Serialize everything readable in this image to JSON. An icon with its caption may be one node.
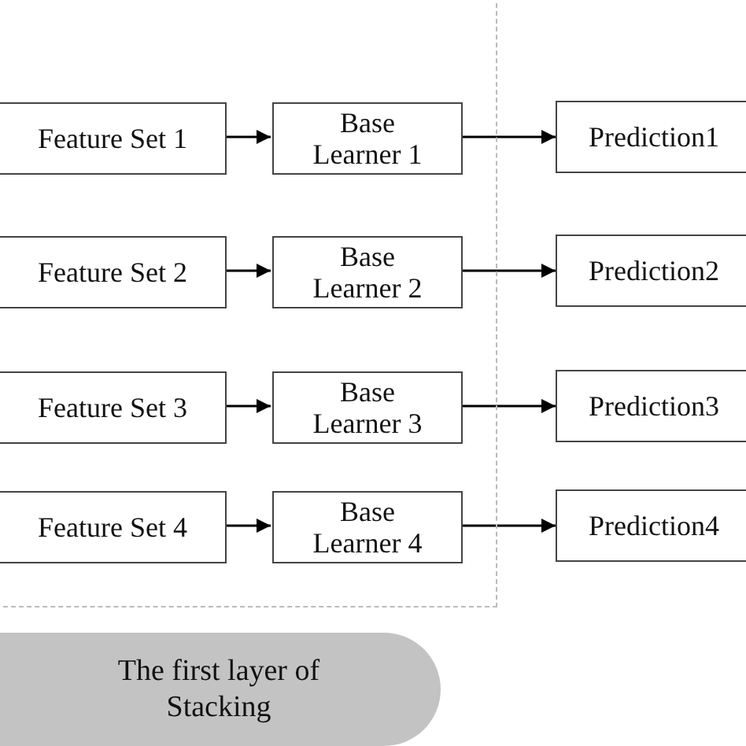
{
  "diagram": {
    "nodes": [
      {
        "text": [],
        "shape": "box"
      },
      {
        "text": [
          "Feature Set 1"
        ],
        "in": 0
      },
      {
        "text": [
          "Base Learner 1"
        ],
        "in": 0
      },
      {
        "text": [
          "Prediction1"
        ]
      },
      {
        "text": [
          "Feature Set 2"
        ],
        "in": 0
      },
      {
        "text": [
          "Base Learner 2"
        ],
        "in": 0
      },
      {
        "text": [
          "Prediction2"
        ]
      },
      {
        "text": [
          "Feature Set 3"
        ],
        "in": 0
      },
      {
        "text": [
          "Base Learner 3"
        ],
        "in": 0
      },
      {
        "text": [
          "Prediction3"
        ]
      },
      {
        "text": [
          "Feature Set 4"
        ],
        "in": 0
      },
      {
        "text": [
          "Base Learner 4"
        ],
        "in": 0
      },
      {
        "text": [
          "Prediction4"
        ]
      },
      {
        "text": [
          "The first layer of Stacking"
        ]
      }
    ],
    "edges": [
      {
        "from": 1,
        "to": 2,
        "arrow": "to"
      },
      {
        "from": 2,
        "to": 3,
        "arrow": "to"
      },
      {
        "from": 4,
        "to": 5,
        "arrow": "to"
      },
      {
        "from": 5,
        "to": 6,
        "arrow": "to"
      },
      {
        "from": 7,
        "to": 8,
        "arrow": "to"
      },
      {
        "from": 8,
        "to": 9,
        "arrow": "to"
      },
      {
        "from": 10,
        "to": 11,
        "arrow": "to"
      },
      {
        "from": 11,
        "to": 12,
        "arrow": "to"
      }
    ]
  }
}
